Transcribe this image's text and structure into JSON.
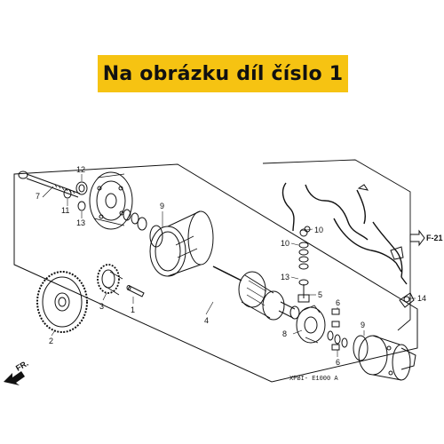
{
  "banner": {
    "text": "Na obrázku díl číslo 1",
    "background": "#f6c312"
  },
  "diagram": {
    "callouts": {
      "c1": "1",
      "c2": "2",
      "c3": "3",
      "c4": "4",
      "c5": "5",
      "c6a": "6",
      "c6b": "6",
      "c7": "7",
      "c8": "8",
      "c9a": "9",
      "c9b": "9",
      "c10a": "10",
      "c10b": "10",
      "c11": "11",
      "c12": "12",
      "c13a": "13",
      "c13b": "13",
      "c14": "14"
    },
    "page_ref": "F-21",
    "front_marker": "FR.",
    "drawing_code": "XPBI- E1000 A"
  }
}
